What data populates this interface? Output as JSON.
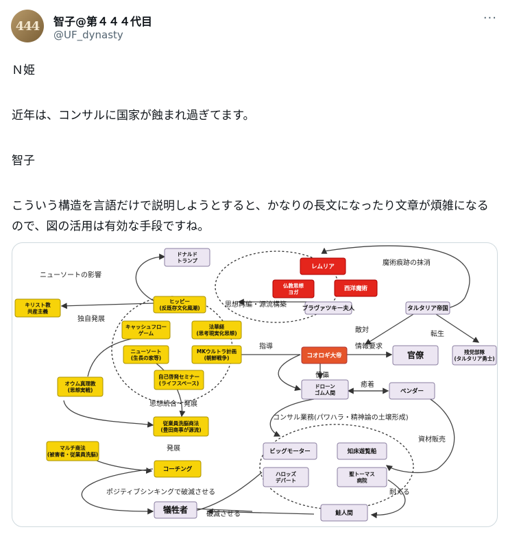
{
  "author": {
    "avatar_text": "444",
    "name": "智子@第４４４代目",
    "handle": "@UF_dynasty"
  },
  "menu": {
    "more_icon": "more-dots-icon",
    "more_glyph": "···"
  },
  "tweet": {
    "lines": [
      "Ｎ姫",
      "近年は、コンサルに国家が蝕まれ過ぎてます。",
      "智子",
      "こういう構造を言語だけで説明しようとすると、かなりの長文になったり文章が煩雑になるので、図の活用は有効な手段ですね。"
    ]
  },
  "diagram": {
    "colors": {
      "yellow": "#f7d309",
      "red": "#e4251c",
      "lavender": "#ece6f2",
      "orange": "#e5542a"
    },
    "nodes": {
      "trump": "ドナルド\nトランプ",
      "lemuria": "レムリア",
      "buddhism": "仏教思想\nヨガ",
      "western_magic": "西洋魔術",
      "blavatsky": "ブラヴァツキー夫人",
      "christian": "キリスト教\n共産主義",
      "hippie": "ヒッピー\n(反既存文化風潮)",
      "tartaria": "タルタリア帝国",
      "cashflow": "キャッシュフロー\nゲーム",
      "hoshi": "法華経\n(思考現実化思想)",
      "newthought": "ニューソート\n(生長の家等)",
      "mkultra": "MKウルトラ計画\n(朝鮮戦争)",
      "cricket": "コオロギ大帝",
      "bureaucrat": "官僚",
      "remnant": "残党部隊\n(タルタリア勇士)",
      "selfdev": "自己啓発セミナー\n(ライフスペース)",
      "aum": "オウム真理教\n(思想実戦)",
      "drone": "ドローン\nゴム人間",
      "vendor": "ベンダー",
      "employee": "従業員洗脳商法\n(豊田商事が源流)",
      "mlm": "マルチ商法\n(被害者・従業員洗脳)",
      "bigmotor": "ビッグモーター",
      "cruise": "知床遊覧船",
      "coaching": "コーチング",
      "harrods": "ハロッズ\nデパート",
      "stthomas": "聖トーマス\n病院",
      "victim": "犠牲者",
      "slave": "鮭人間"
    },
    "labels": {
      "magic_erase": "魔術痕跡の抹消",
      "newthought_influence": "ニューソートの影響",
      "rewrite": "思想再編・源流構築",
      "independent": "独自発展",
      "enemy": "敵対",
      "reincarnation": "転生",
      "guidance": "指導",
      "intel": "情報要求",
      "puppet": "傀儡",
      "collusion": "癒着",
      "integration": "思想統合・発展",
      "consulting": "コンサル業務(パワハラ・精神論の土壌形成)",
      "development": "発展",
      "sales": "資材販売",
      "positive": "ポジティブシンキングで破滅させる",
      "endure": "耐える",
      "destroy": "破滅させる"
    }
  }
}
